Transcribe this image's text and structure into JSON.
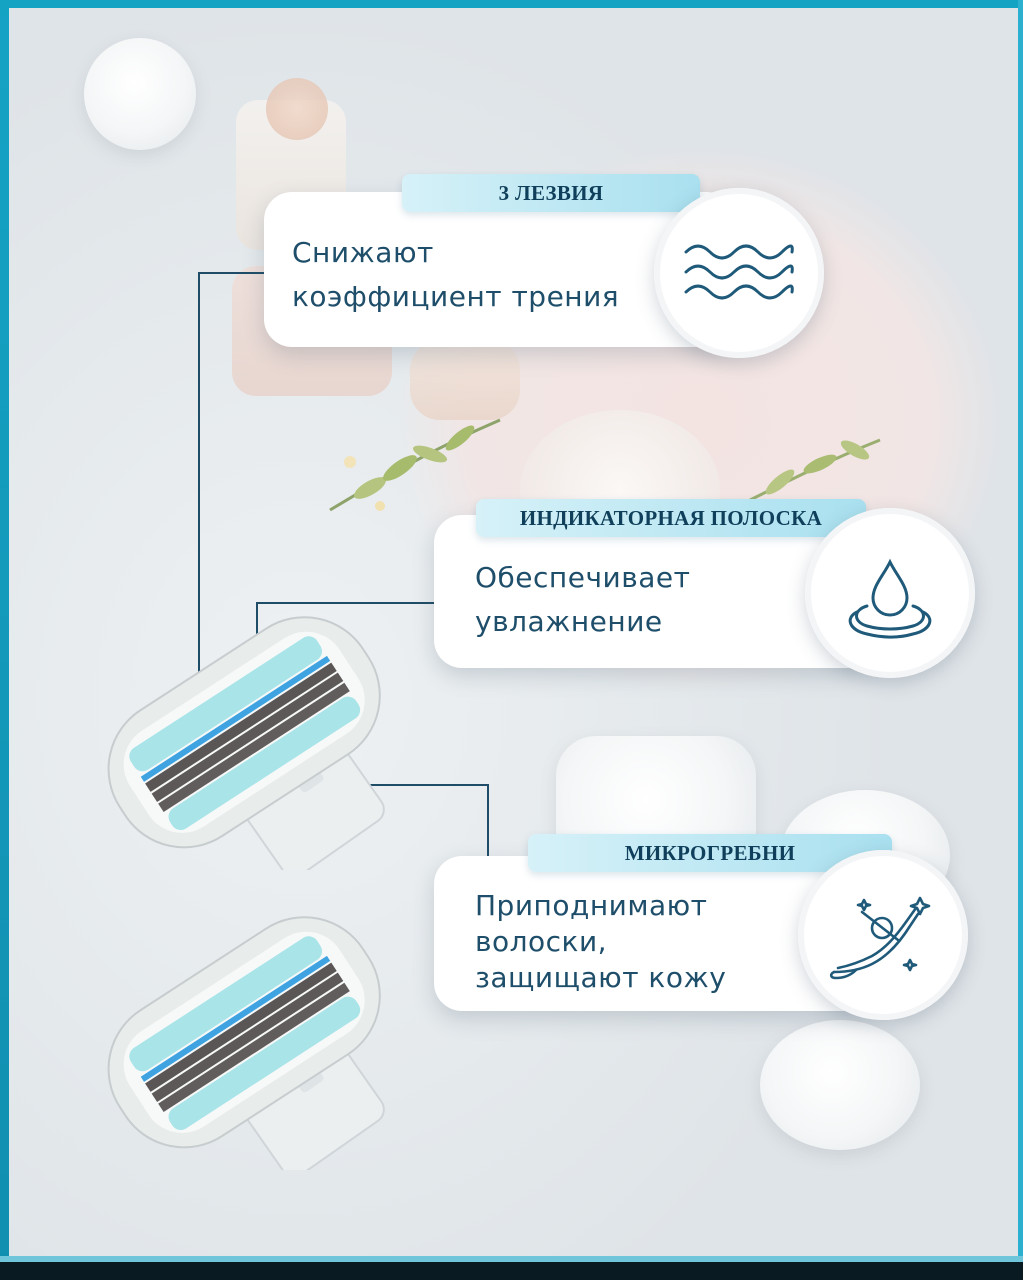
{
  "features": [
    {
      "tag": "3 ЛЕЗВИЯ",
      "text": "Снижают\nкоэффициент трения",
      "icon": "waves-icon"
    },
    {
      "tag": "ИНДИКАТОРНАЯ ПОЛОСКА",
      "text": "Обеспечивает\nувлажнение",
      "icon": "water-drop-icon"
    },
    {
      "tag": "МИКРОГРЕБНИ",
      "text": "Приподнимают\nволоски,\nзащищают кожу",
      "icon": "smooth-leg-icon"
    }
  ],
  "colors": {
    "frame": "#15a3c4",
    "text": "#1e4e6a",
    "tag_gradient_start": "#d6f1f8",
    "tag_gradient_end": "#a9e0ef",
    "icon_stroke": "#1f5a7a",
    "cartridge_strip": "#a8e4e8"
  }
}
